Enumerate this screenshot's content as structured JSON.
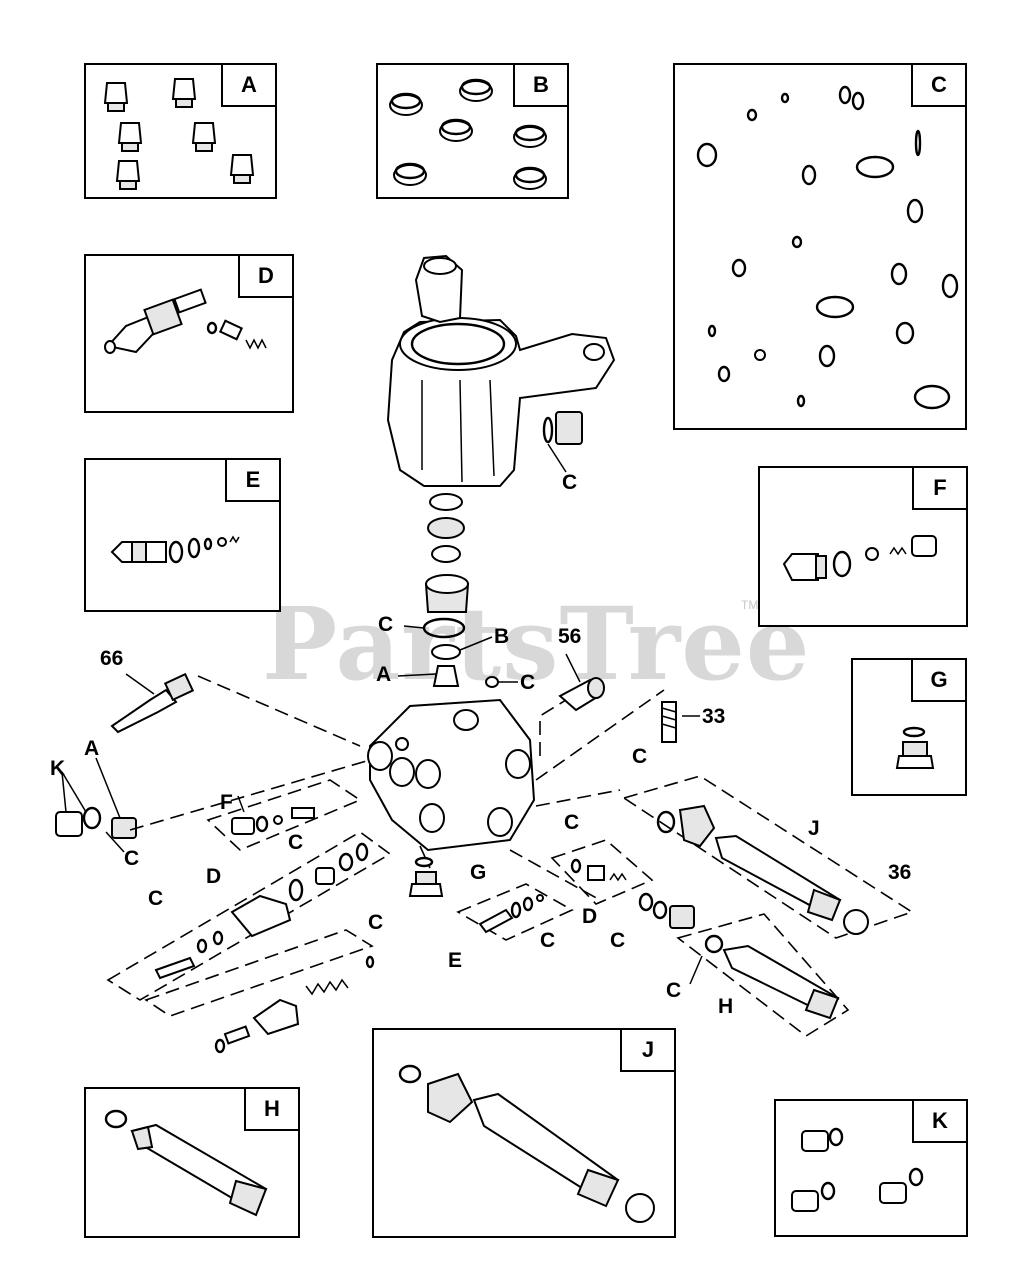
{
  "watermark": {
    "brand": "PartsTree",
    "trademark": "TM"
  },
  "kits": [
    {
      "key": "A",
      "label": "A"
    },
    {
      "key": "B",
      "label": "B"
    },
    {
      "key": "C",
      "label": "C"
    },
    {
      "key": "D",
      "label": "D"
    },
    {
      "key": "E",
      "label": "E"
    },
    {
      "key": "F",
      "label": "F"
    },
    {
      "key": "G",
      "label": "G"
    },
    {
      "key": "H",
      "label": "H"
    },
    {
      "key": "J",
      "label": "J"
    },
    {
      "key": "K",
      "label": "K"
    }
  ],
  "callouts": {
    "c_housing": "C",
    "c_stack": "C",
    "b_stack": "B",
    "a_stack": "A",
    "c_small": "C",
    "n66": "66",
    "n56": "56",
    "n33": "33",
    "n36": "36",
    "k_left": "K",
    "a_left": "A",
    "c_left": "C",
    "f_mid": "F",
    "c_f": "C",
    "d_left": "D",
    "c_d1": "C",
    "c_d2": "C",
    "g_mid": "G",
    "c_e": "C",
    "e_mid": "E",
    "c_dr": "C",
    "d_right": "D",
    "c_j": "C",
    "j_right": "J",
    "c_h": "C",
    "c_h2": "C",
    "h_right": "H"
  }
}
